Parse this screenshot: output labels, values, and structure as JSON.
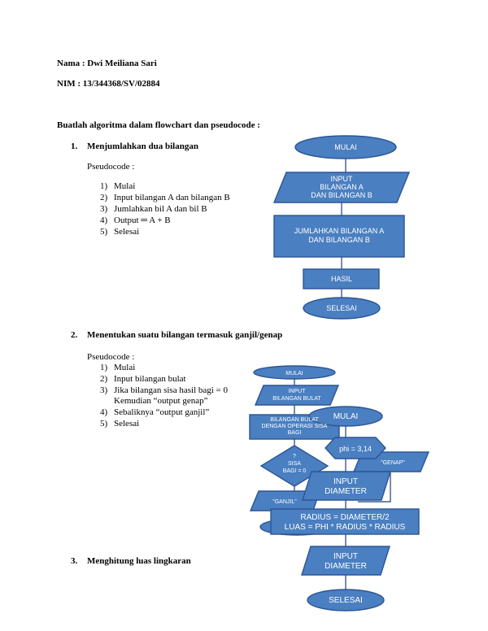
{
  "header": {
    "nama": "Nama  : Dwi Meiliana Sari",
    "nim": "NIM    : 13/344368/SV/02884"
  },
  "instruction": "Buatlah algoritma dalam flowchart dan pseudocode :",
  "section1": {
    "number": "1.",
    "title": "Menjumlahkan dua bilangan",
    "pseudo_label": "Pseudocode :",
    "steps": [
      {
        "n": "1)",
        "t": "Mulai"
      },
      {
        "n": "2)",
        "t": "Input bilangan A dan bilangan B"
      },
      {
        "n": "3)",
        "t": "Jumlahkan bil A dan bil B"
      },
      {
        "n": "4)",
        "t": "Output  ═ A + B"
      },
      {
        "n": "5)",
        "t": "Selesai"
      }
    ],
    "flow": {
      "start": "MULAI",
      "input1": "INPUT",
      "input2": "BILANGAN A",
      "input3": "DAN BILANGAN B",
      "process1": "JUMLAHKAN BILANGAN A",
      "process2": "DAN BILANGAN B",
      "output": "HASIL",
      "end": "SELESAI"
    }
  },
  "section2": {
    "number": "2.",
    "title": "Menentukan suatu bilangan termasuk ganjil/genap",
    "pseudo_label": "Pseudocode :",
    "steps": [
      {
        "n": "1)",
        "t": "Mulai"
      },
      {
        "n": "2)",
        "t": "Input bilangan bulat"
      },
      {
        "n": "3)",
        "t": "Jika bilangan sisa hasil bagi = 0"
      },
      {
        "n": "",
        "t": "Kemudian “output genap”"
      },
      {
        "n": "4)",
        "t": "Sebaliknya “output ganjil”"
      },
      {
        "n": "5)",
        "t": "Selesai"
      }
    ],
    "flow": {
      "start": "MULAI",
      "input1": "INPUT",
      "input2": "BILANGAN BULAT",
      "process1": "BILANGAN BULAT",
      "process2": "DENGAN OPERASI SISA",
      "process3": "BAGI",
      "decision1": "?",
      "decision2": "SISA",
      "decision3": "BAGI = 0",
      "genap": "\"GENAP\"",
      "ganjil": "\"GANJIL\""
    }
  },
  "section3": {
    "number": "3.",
    "title": "Menghitung luas lingkaran",
    "flow": {
      "start": "MULAI",
      "phi": "phi = 3,14",
      "input1": "INPUT",
      "input2": "DIAMETER",
      "process1": "RADIUS = DIAMETER/2",
      "process2": "LUAS = PHI * RADIUS * RADIUS",
      "output1": "INPUT",
      "output2": "DIAMETER",
      "end": "SELESAI"
    }
  },
  "colors": {
    "fill": "#4a7fc1",
    "stroke": "#2c5595",
    "line": "#1f3f73"
  }
}
